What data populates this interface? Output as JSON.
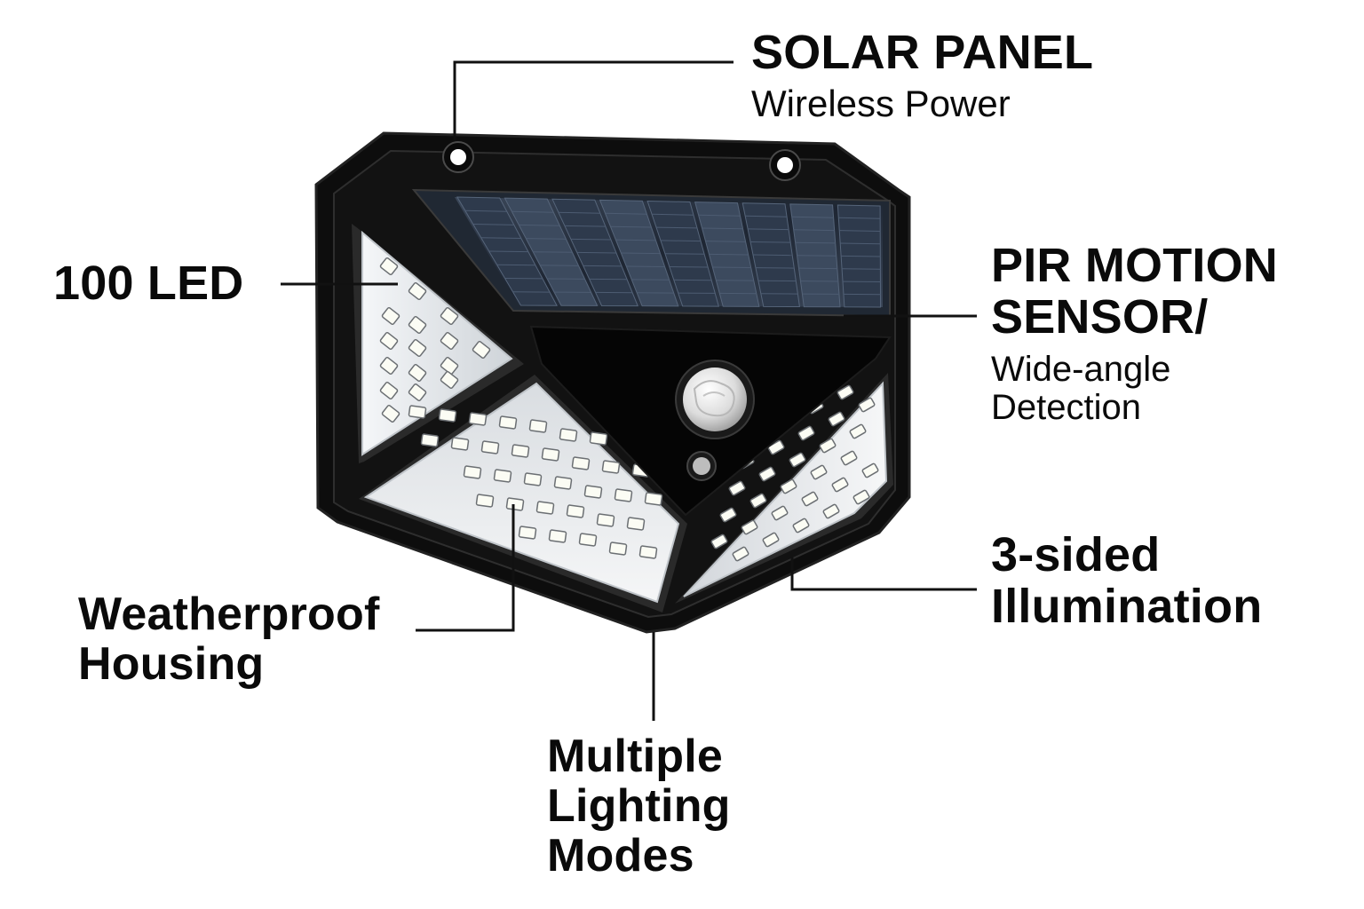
{
  "callouts": {
    "solar_panel": {
      "title": "SOLAR PANEL",
      "subtitle": "Wireless Power"
    },
    "pir_sensor": {
      "title_line1": "PIR MOTION",
      "title_line2": "SENSOR/",
      "subtitle_line1": "Wide-angle",
      "subtitle_line2": "Detection"
    },
    "led_count": {
      "title": "100 LED"
    },
    "housing": {
      "line1": "Weatherproof",
      "line2": "Housing"
    },
    "illumination": {
      "line1": "3-sided",
      "line2": "Illumination"
    },
    "modes": {
      "line1": "Multiple",
      "line2": "Lighting",
      "line3": "Modes"
    }
  },
  "colors": {
    "housing": "#0d0d0d",
    "housing_edge": "#2a2a2a",
    "panel": "#2b3646",
    "panel_cell": "#4a5a70",
    "led_panel": "#e6e9ec",
    "led": "#fbfcf4",
    "leader": "#111111"
  }
}
